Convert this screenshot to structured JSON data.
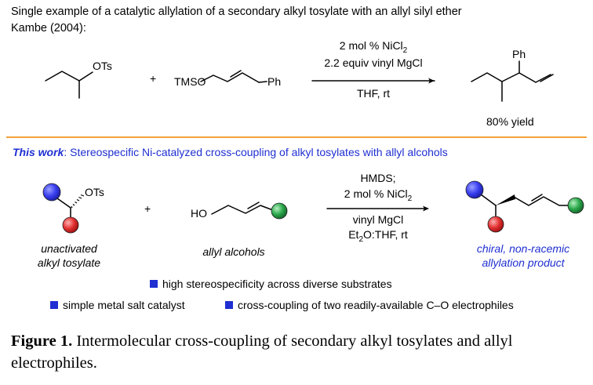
{
  "top": {
    "heading_line1": "Single example of a catalytic allylation of a secondary alkyl tosylate with an allyl silyl ether",
    "heading_line2": "Kambe (2004):",
    "substrate_group": "OTs",
    "plus": "+",
    "silyl_group": "TMSO",
    "phenyl_group": "Ph",
    "conditions": [
      "2 mol % NiCl",
      "2",
      "2.2 equiv vinyl MgCl",
      "THF, rt"
    ],
    "product_group": "Ph",
    "yield": "80% yield"
  },
  "this_work": {
    "label": "This work",
    "text": ": Stereospecific Ni-catalyzed cross-coupling of alkyl tosylates with allyl alcohols",
    "substrate_group": "OTs",
    "plus": "+",
    "alcohol_group": "HO",
    "conditions": [
      "HMDS;",
      "2 mol % NiCl",
      "2",
      "vinyl MgCl",
      "Et",
      "2",
      "O:THF, rt"
    ],
    "substrate_caption": [
      "unactivated",
      "alkyl tosylate"
    ],
    "alcohol_caption": "allyl alcohols",
    "product_caption": [
      "chiral, non-racemic",
      "allylation product"
    ],
    "bullets": [
      "high stereospecificity across diverse substrates",
      "simple metal salt catalyst",
      "cross-coupling of two readily-available C–O electrophiles"
    ]
  },
  "caption": {
    "label": "Figure 1.",
    "text": " Intermolecular cross-coupling of secondary alkyl tosylates and allyl electrophiles."
  },
  "colors": {
    "accent_blue": "#1f2fd1",
    "sphere_blue": "#3a3ff0",
    "sphere_red": "#e23030",
    "sphere_green": "#2aa84a",
    "divider_orange": "#f2a23a"
  }
}
